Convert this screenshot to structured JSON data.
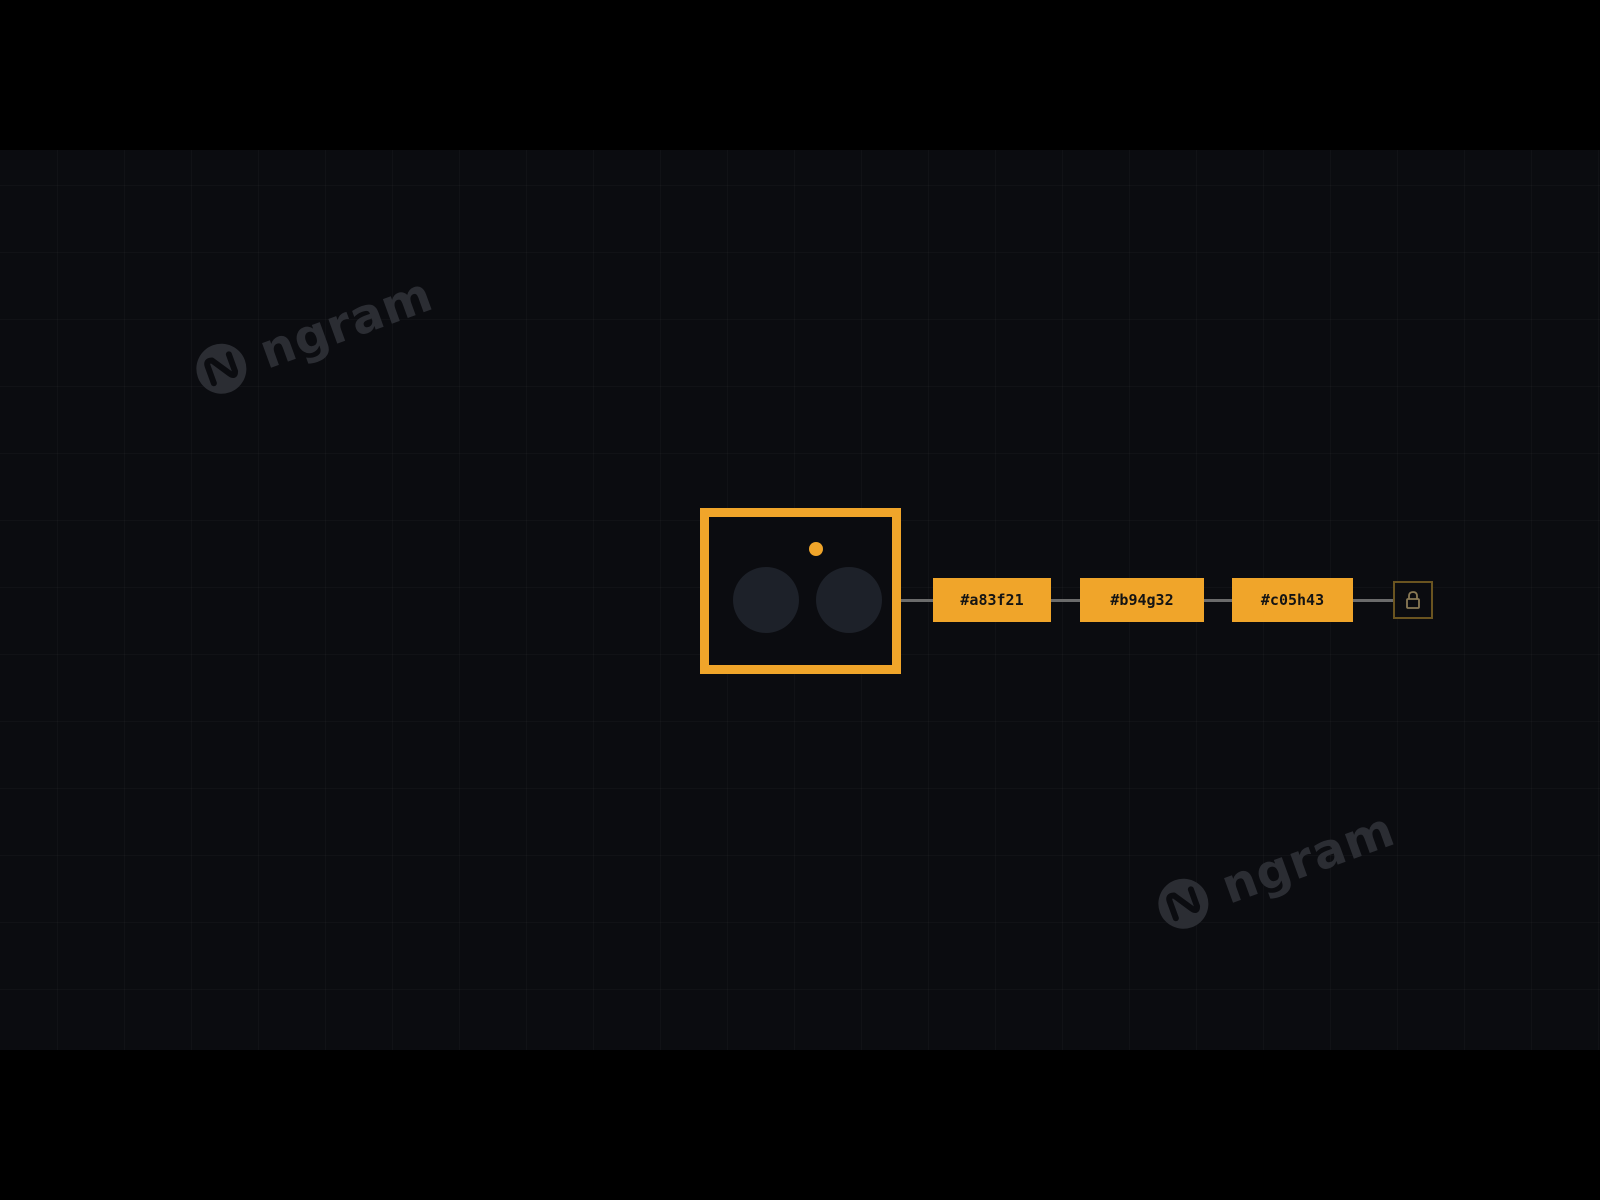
{
  "watermark": {
    "text": "ngram",
    "icon": "ngram-logo-icon"
  },
  "diagram": {
    "source": {
      "icon": "camera-device-icon"
    },
    "blocks": [
      {
        "label": "#a83f21"
      },
      {
        "label": "#b94g32"
      },
      {
        "label": "#c05h43"
      }
    ],
    "end": {
      "icon": "lock-icon"
    }
  },
  "colors": {
    "background": "#0b0c10",
    "letterbox": "#000000",
    "accent": "#f0a52a",
    "connector": "#6b6b6b",
    "watermark": "#2b2d33",
    "lens": "#1d2129"
  }
}
